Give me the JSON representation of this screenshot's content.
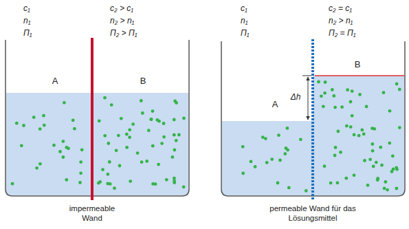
{
  "diagram": {
    "labels": [
      "c₁",
      "n₁",
      "Π₁",
      "c₂ > c₁",
      "n₂ > n₁",
      "Π₂ > Π₁",
      "A",
      "B",
      "impermeable Wand",
      "c₁",
      "n₁",
      "Π₁",
      "c₂ = c₁",
      "n₂ > n₁",
      "Π₂ = Π₁",
      "A",
      "B",
      "Δh",
      "permeable Wand für das Lösungsmittel"
    ]
  }
}
